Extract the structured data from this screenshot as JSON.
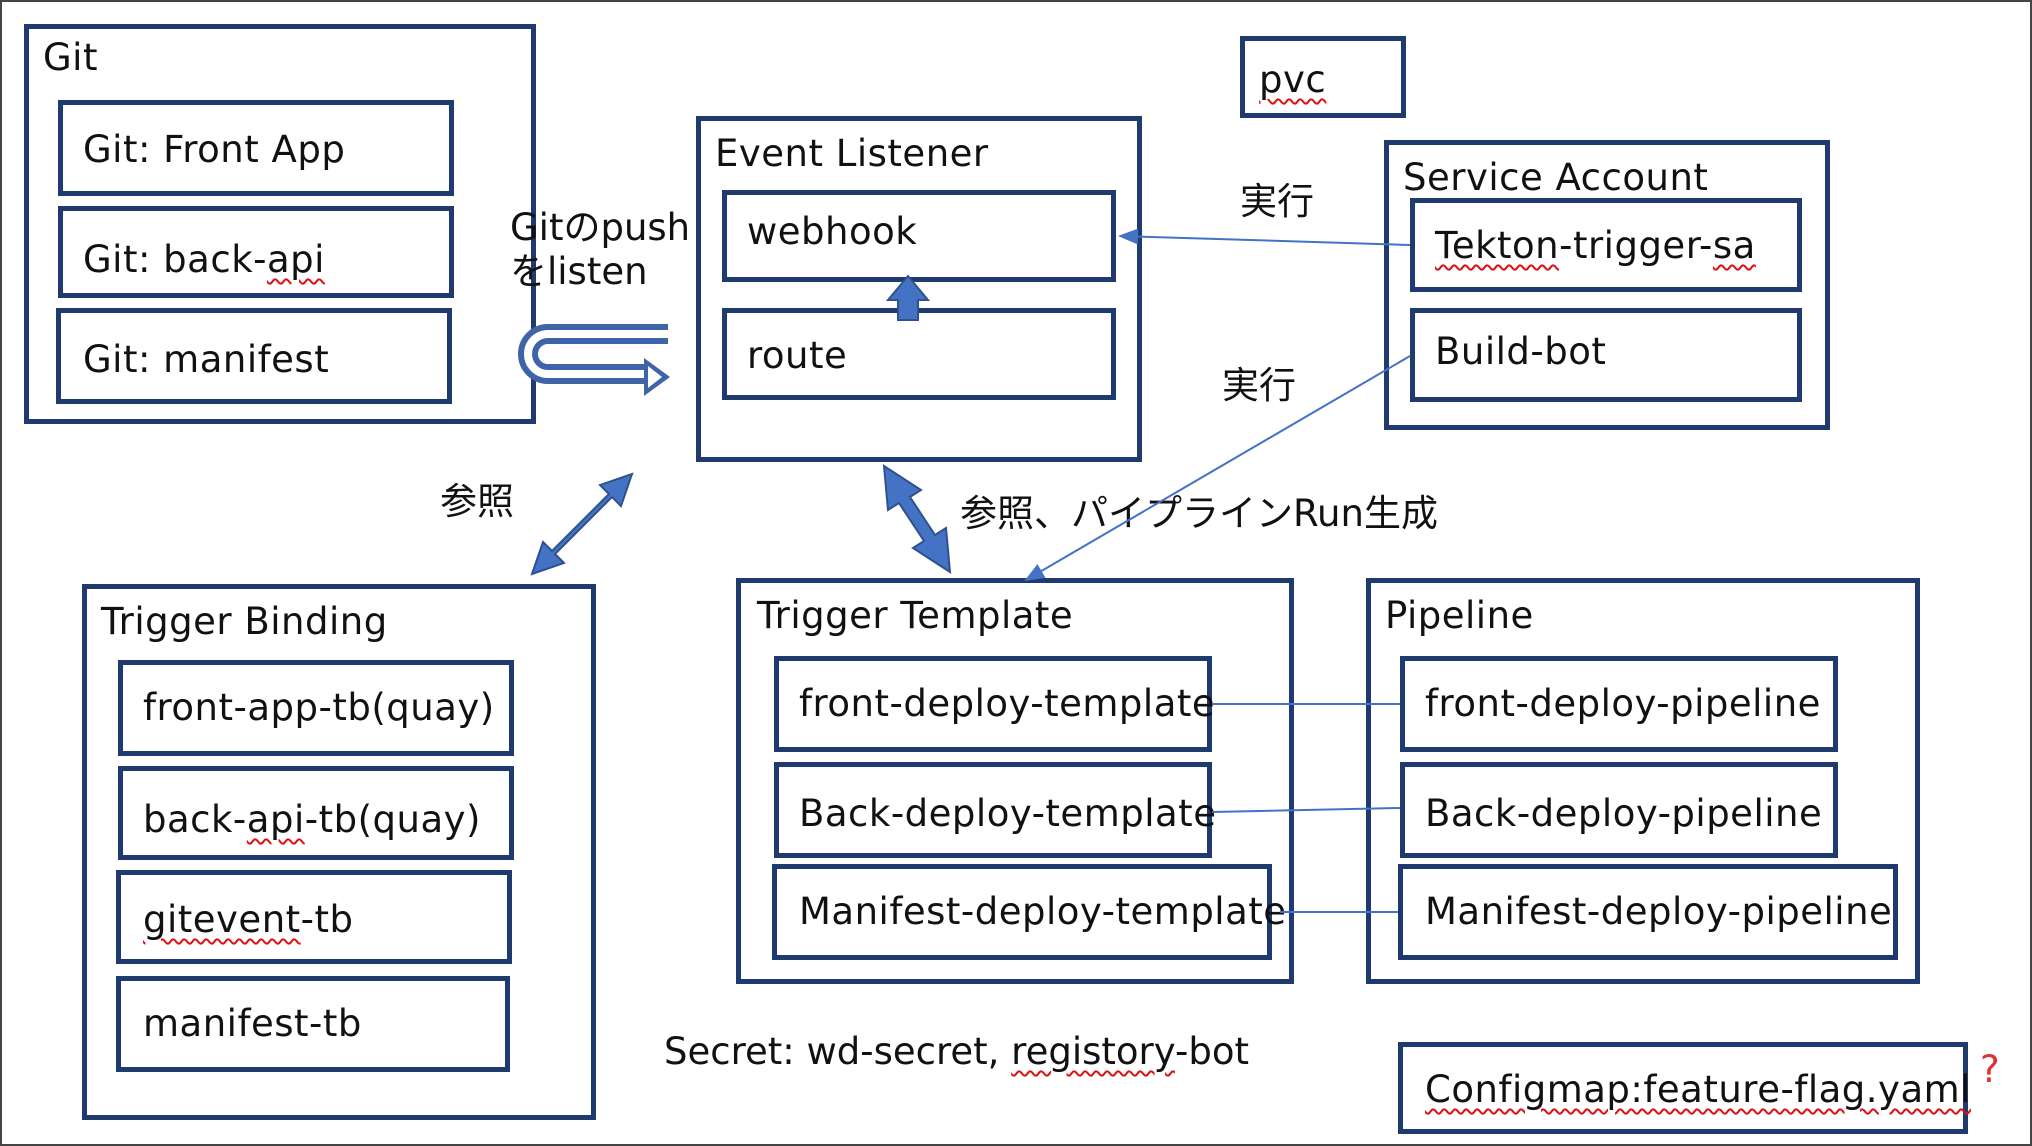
{
  "git": {
    "title": "Git",
    "items": [
      "Git: Front App",
      "Git: back-api",
      "Git: manifest"
    ]
  },
  "event_listener": {
    "title": "Event Listener",
    "webhook": "webhook",
    "route": "route"
  },
  "pvc": {
    "label": "pvc"
  },
  "service_account": {
    "title": "Service Account",
    "items": [
      "Tekton-trigger-sa",
      "Build-bot"
    ]
  },
  "trigger_binding": {
    "title": "Trigger Binding",
    "items": [
      "front-app-tb(quay)",
      "back-api-tb(quay)",
      "gitevent-tb",
      "manifest-tb"
    ]
  },
  "trigger_template": {
    "title": "Trigger Template",
    "items": [
      "front-deploy-template",
      "Back-deploy-template",
      "Manifest-deploy-template"
    ]
  },
  "pipeline": {
    "title": "Pipeline",
    "items": [
      "front-deploy-pipeline",
      "Back-deploy-pipeline",
      "Manifest-deploy-pipeline"
    ]
  },
  "annotations": {
    "git_push_line1": "Gitのpush",
    "git_push_line2": "をlisten",
    "exec1": "実行",
    "exec2": "実行",
    "ref": "参照",
    "ref_pipeline": "参照、パイプラインRun生成",
    "secret": "Secret: wd-secret, registory-bot",
    "question": "?"
  },
  "configmap": {
    "label": "Configmap:feature-flag.yaml"
  },
  "colors": {
    "box_border": "#1f3a6e",
    "arrow_fill": "#4472c4",
    "connector": "#4472c4",
    "question": "#e03030",
    "spellcheck": "#d11111"
  }
}
